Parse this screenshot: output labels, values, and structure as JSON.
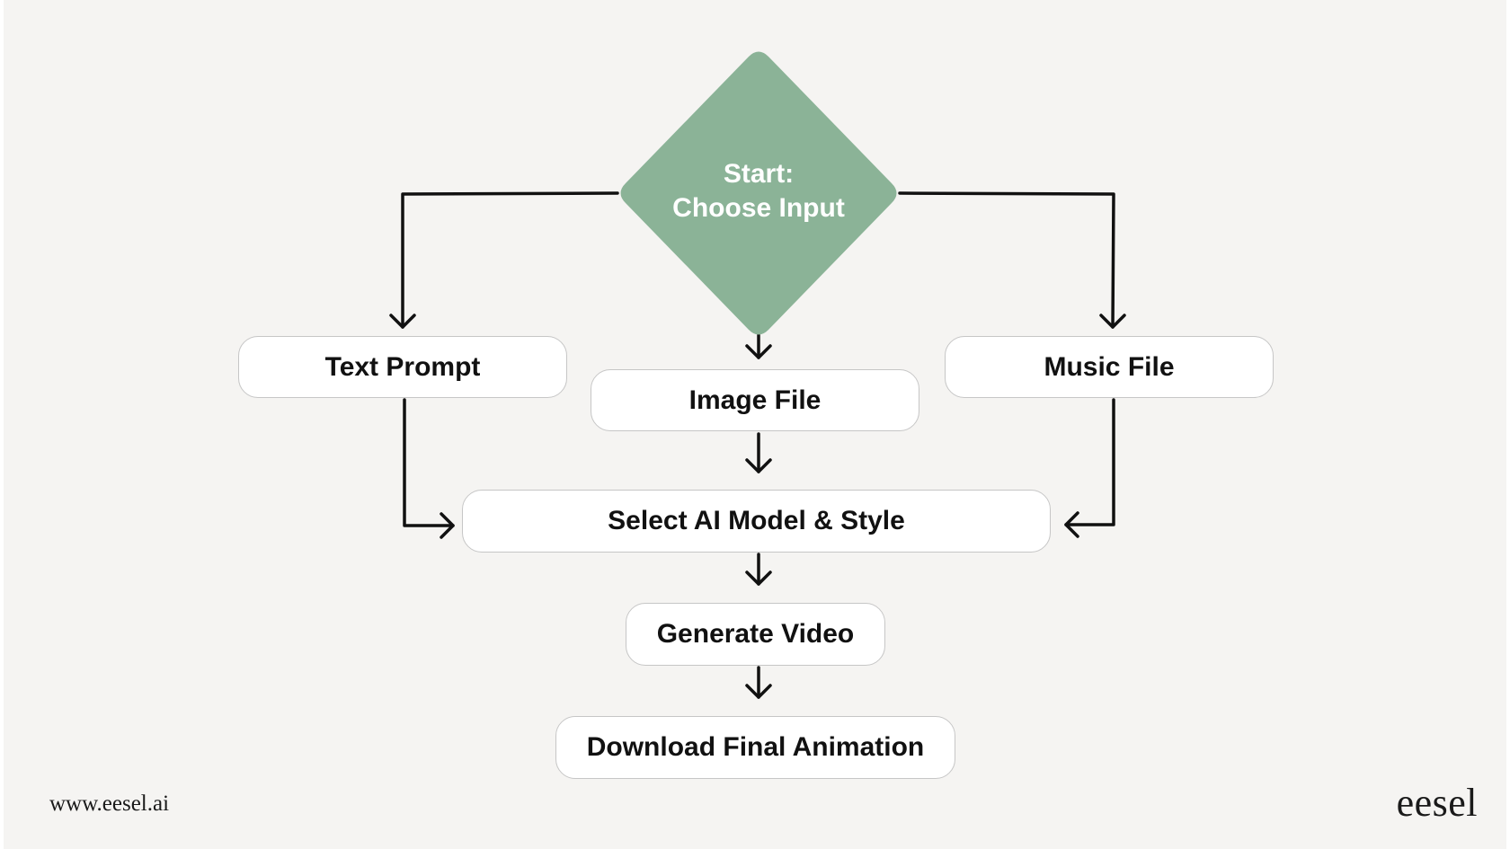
{
  "colors": {
    "background": "#f5f4f2",
    "start_fill": "#8bb397",
    "node_fill": "#ffffff",
    "node_border": "#c6c6c6",
    "text": "#111111",
    "arrow": "#111111"
  },
  "flowchart": {
    "start": {
      "line1": "Start:",
      "line2": "Choose Input"
    },
    "inputs": {
      "text_prompt": "Text Prompt",
      "image_file": "Image File",
      "music_file": "Music File"
    },
    "steps": {
      "select_model": "Select AI Model & Style",
      "generate_video": "Generate Video",
      "download": "Download Final Animation"
    }
  },
  "footer": {
    "url": "www.eesel.ai",
    "logo": "eesel"
  }
}
